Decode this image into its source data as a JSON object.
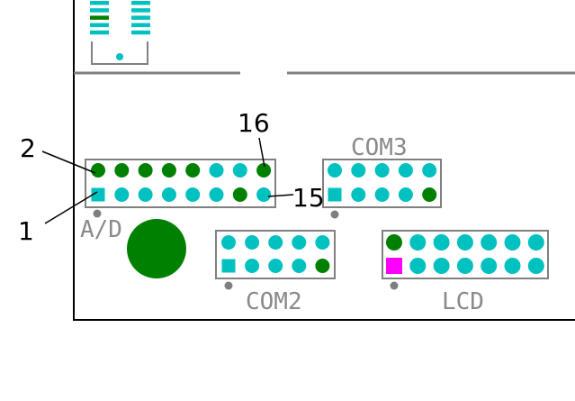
{
  "colors": {
    "pin": "#00c0c0",
    "pin_active": "#008000",
    "pin_special": "#ff00ff",
    "outline": "#808080",
    "board_edge": "#000000",
    "marker_dot": "#808080",
    "label": "#8a8a8a",
    "callout": "#000000"
  },
  "connectors": {
    "ad": {
      "label": "A/D",
      "top_row": [
        "active",
        "active",
        "active",
        "active",
        "active",
        "pin",
        "pin",
        "active"
      ],
      "bottom_row": [
        "square",
        "pin",
        "pin",
        "pin",
        "pin",
        "pin",
        "active",
        "pin"
      ]
    },
    "com3": {
      "label": "COM3",
      "top_row": [
        "pin",
        "pin",
        "pin",
        "pin",
        "pin"
      ],
      "bottom_row": [
        "square",
        "pin",
        "pin",
        "pin",
        "active"
      ]
    },
    "com2": {
      "label": "COM2",
      "top_row": [
        "pin",
        "pin",
        "pin",
        "pin",
        "pin"
      ],
      "bottom_row": [
        "square",
        "pin",
        "pin",
        "pin",
        "active"
      ]
    },
    "lcd": {
      "label": "LCD",
      "top_row": [
        "active",
        "pin",
        "pin",
        "pin",
        "pin",
        "pin",
        "pin"
      ],
      "bottom_row": [
        "special",
        "pin",
        "pin",
        "pin",
        "pin",
        "pin",
        "pin"
      ]
    }
  },
  "callouts": {
    "pin_1": "1",
    "pin_2": "2",
    "pin_15": "15",
    "pin_16": "16"
  },
  "header_strips": {
    "left": [
      "pin",
      "pin",
      "active",
      "pin",
      "pin"
    ],
    "right": [
      "pin",
      "pin",
      "pin",
      "pin",
      "pin"
    ]
  }
}
